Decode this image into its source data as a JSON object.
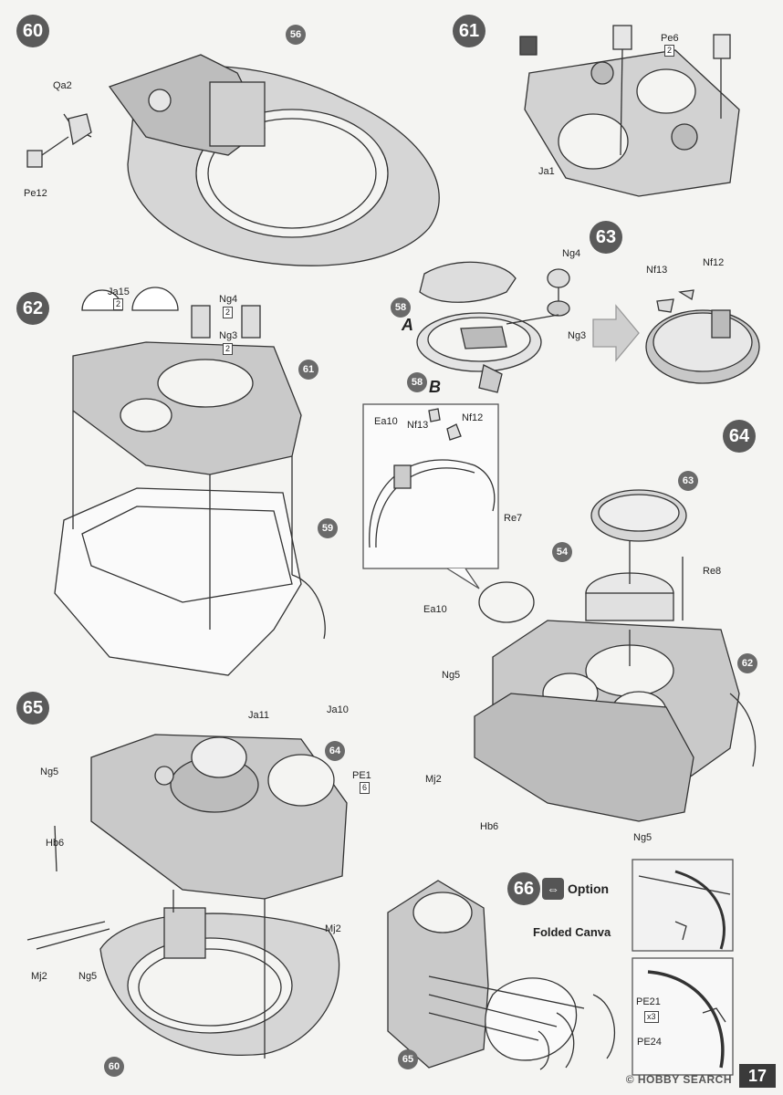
{
  "steps": {
    "s60": "60",
    "s61": "61",
    "s62": "62",
    "s63": "63",
    "s64": "64",
    "s65": "65",
    "s66": "66"
  },
  "refs": {
    "r56": "56",
    "r58a": "58",
    "r58b": "58",
    "r61": "61",
    "r59": "59",
    "r63": "63",
    "r54": "54",
    "r62": "62",
    "r64": "64",
    "r60": "60",
    "r65": "65"
  },
  "letters": {
    "a": "A",
    "b": "B"
  },
  "labels": {
    "qa2": "Qa2",
    "pe12": "Pe12",
    "pe6": "Pe6",
    "ja1": "Ja1",
    "ja15": "Ja15",
    "ng4_62": "Ng4",
    "ng3_62": "Ng3",
    "ng4_63": "Ng4",
    "ng3_63": "Ng3",
    "nf13_63": "Nf13",
    "nf12_63": "Nf12",
    "ea10_top": "Ea10",
    "nf13_64": "Nf13",
    "nf12_64": "Nf12",
    "re7": "Re7",
    "re8": "Re8",
    "ea10_b": "Ea10",
    "ng5_64a": "Ng5",
    "mj2_64": "Mj2",
    "hb6_64": "Hb6",
    "ng5_64b": "Ng5",
    "ja11": "Ja11",
    "ja10": "Ja10",
    "pe1": "PE1",
    "ng5_65a": "Ng5",
    "hb6_65": "Hb6",
    "mj2_65a": "Mj2",
    "mj2_65b": "Mj2",
    "ng5_65b": "Ng5",
    "pe21": "PE21",
    "pe24": "PE24"
  },
  "quantities": {
    "pe6": "2",
    "ja15": "2",
    "ng4": "2",
    "ng3": "2",
    "pe1": "6",
    "pe21": "x3"
  },
  "option": {
    "label": "Option"
  },
  "folded": {
    "label": "Folded Canva"
  },
  "page": {
    "number": "17"
  },
  "watermark": {
    "text": "© HOBBY SEARCH"
  },
  "colors": {
    "step_bg": "#5a5a5a",
    "part_fill": "#c9c9c9",
    "line": "#333333"
  }
}
